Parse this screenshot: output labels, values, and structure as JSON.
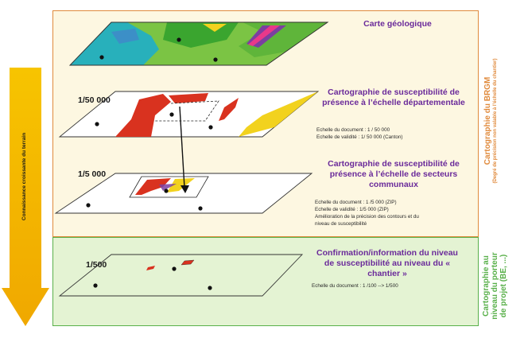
{
  "left_arrow": {
    "label": "Connaissance croissante du terrain"
  },
  "layers": [
    {
      "title": "Carte géologique",
      "scale": "",
      "notes": []
    },
    {
      "title": "Cartographie de susceptibilité de présence à l’échelle départementale",
      "scale": "1/50 000",
      "notes": [
        "Echelle du document : 1 / 50 000",
        "Echelle de validité : 1/ 50 000 (Canton)"
      ]
    },
    {
      "title": "Cartographie de susceptibilité de présence à l’échelle de secteurs communaux",
      "scale": "1/5 000",
      "notes": [
        "Echelle du document : 1 /5 000 (ZIP)",
        "Echelle de validité : 1/5 000 (ZIP)",
        "Amélioration de la précision des contours et du",
        "niveau de susceptibilité"
      ]
    },
    {
      "title": "Confirmation/information du niveau de susceptibilité au niveau du « chantier »",
      "scale": "1/500",
      "notes": [
        "Echelle du document : 1 /100 --> 1/500"
      ]
    }
  ],
  "right_labels": {
    "brgm_main": "Cartographie du BRGM",
    "brgm_sub": "(Degré de précision non valable à l’échelle du chantier)",
    "site_main_lines": [
      "Cartographie au",
      "niveau du porteur",
      "de projet (BE, ...)"
    ]
  },
  "colors": {
    "orange": "#e08a3c",
    "green": "#59b04a",
    "purple": "#6a2a9a",
    "red": "#d9321f",
    "yellow": "#f2d21e",
    "arrow_yellow": "#f5b800"
  }
}
